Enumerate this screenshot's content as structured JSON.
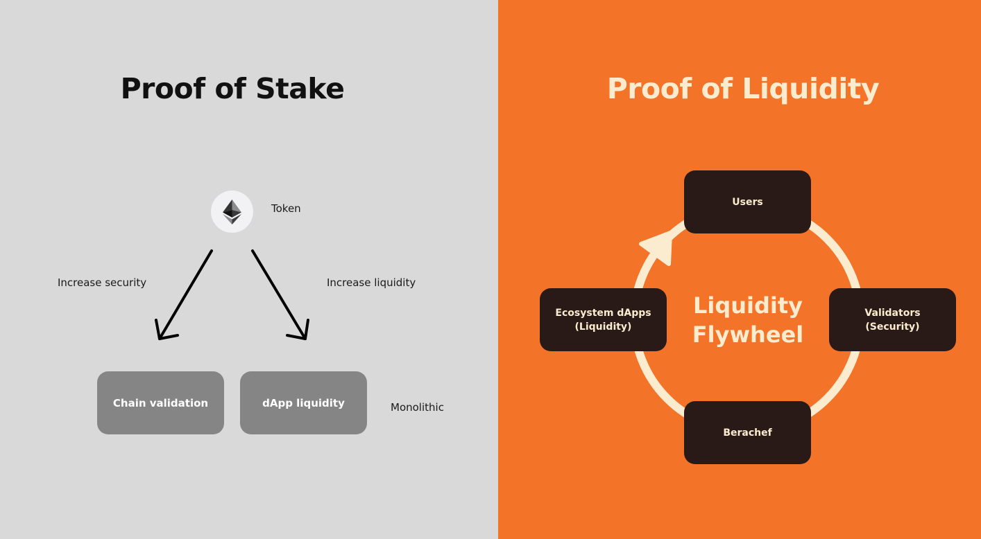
{
  "left_panel": {
    "title": "Proof of Stake",
    "token_label": "Token",
    "token_icon": "ethereum-icon",
    "left_arrow_label": "Increase security",
    "right_arrow_label": "Increase liquidity",
    "box_chain_validation": "Chain validation",
    "box_dapp_liquidity": "dApp liquidity",
    "side_label": "Monolithic"
  },
  "right_panel": {
    "title": "Proof of Liquidity",
    "center_line1": "Liquidity",
    "center_line2": "Flywheel",
    "nodes": {
      "users": [
        "Users"
      ],
      "validators": [
        "Validators",
        "(Security)"
      ],
      "berachef": [
        "Berachef"
      ],
      "ecosystem": [
        "Ecosystem dApps",
        "(Liquidity)"
      ]
    }
  },
  "colors": {
    "left_bg": "#d9d9d9",
    "right_bg": "#f37328",
    "gray_box": "#858585",
    "dark_box": "#2a1a17",
    "cream": "#fbeccf"
  }
}
